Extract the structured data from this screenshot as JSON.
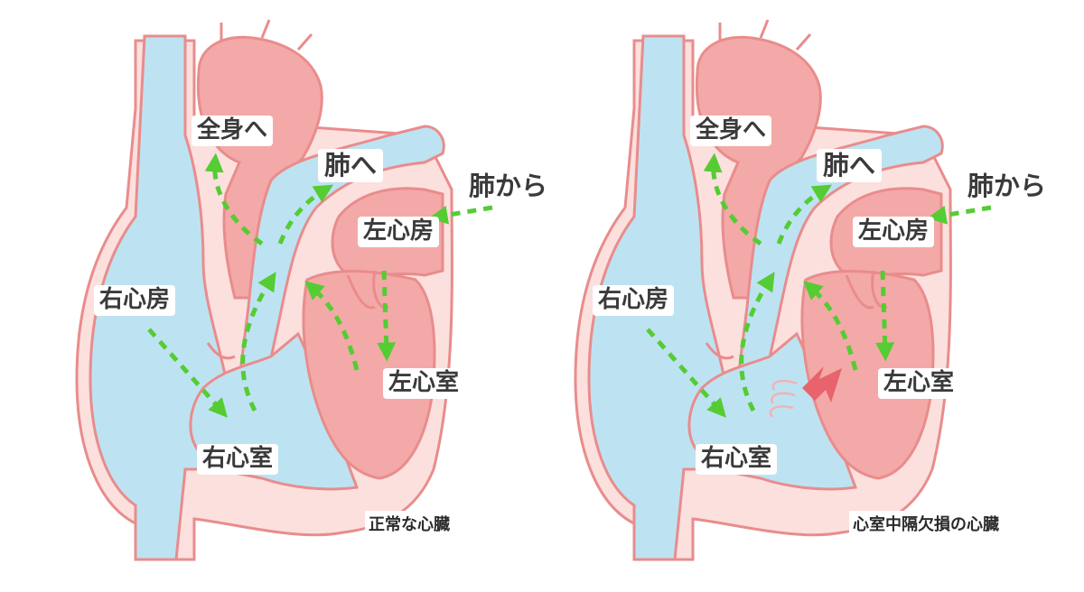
{
  "colors": {
    "outline": "#e98c8c",
    "blood_blue": "#bde3f2",
    "blood_red": "#f3a9a7",
    "wall": "#fbe0de",
    "arrow": "#55cc33",
    "defect_arrow": "#e8636b"
  },
  "panels": [
    {
      "labels": {
        "to_body": "全身へ",
        "to_lung": "肺へ",
        "from_lung": "肺から",
        "left_atrium": "左心房",
        "right_atrium": "右心房",
        "left_ventricle": "左心室",
        "right_ventricle": "右心室"
      },
      "caption": "正常な心臓",
      "has_defect": false
    },
    {
      "labels": {
        "to_body": "全身へ",
        "to_lung": "肺へ",
        "from_lung": "肺から",
        "left_atrium": "左心房",
        "right_atrium": "右心房",
        "left_ventricle": "左心室",
        "right_ventricle": "右心室"
      },
      "caption": "心室中隔欠損の心臓",
      "has_defect": true
    }
  ]
}
